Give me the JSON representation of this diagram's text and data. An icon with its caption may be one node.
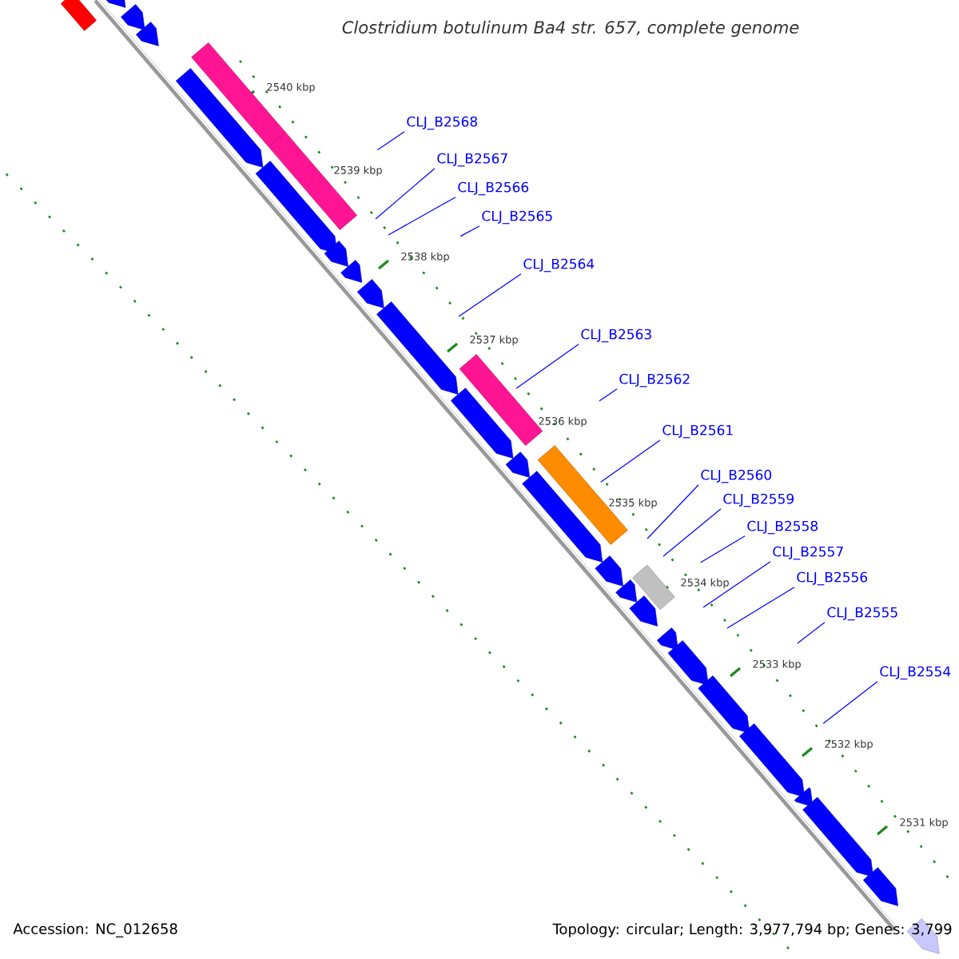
{
  "diagram": {
    "title": "Clostridium botulinum Ba4 str. 657, complete genome",
    "nodes": [
      {
        "text": [
          "CLJ_B2568"
        ]
      },
      {
        "text": [
          "CLJ_B2567"
        ]
      },
      {
        "text": [
          "CLJ_B2566"
        ]
      },
      {
        "text": [
          "CLJ_B2565"
        ]
      },
      {
        "text": [
          "CLJ_B2564"
        ]
      },
      {
        "text": [
          "CLJ_B2563"
        ]
      },
      {
        "text": [
          "CLJ_B2562"
        ]
      },
      {
        "text": [
          "CLJ_B2561"
        ]
      },
      {
        "text": [
          "CLJ_B2560"
        ]
      },
      {
        "text": [
          "CLJ_B2559"
        ]
      },
      {
        "text": [
          "CLJ_B2558"
        ]
      },
      {
        "text": [
          "CLJ_B2557"
        ]
      },
      {
        "text": [
          "CLJ_B2556"
        ]
      },
      {
        "text": [
          "CLJ_B2555"
        ]
      },
      {
        "text": [
          "CLJ_B2554"
        ]
      }
    ],
    "edges": [
      {
        "from": 0,
        "to": null,
        "arrow": "none"
      },
      {
        "from": 1,
        "to": null,
        "arrow": "none"
      },
      {
        "from": 2,
        "to": null,
        "arrow": "none"
      },
      {
        "from": 3,
        "to": null,
        "arrow": "none"
      },
      {
        "from": 4,
        "to": null,
        "arrow": "none"
      },
      {
        "from": 5,
        "to": null,
        "arrow": "none"
      },
      {
        "from": 6,
        "to": null,
        "arrow": "none"
      },
      {
        "from": 7,
        "to": null,
        "arrow": "none"
      },
      {
        "from": 8,
        "to": null,
        "arrow": "none"
      },
      {
        "from": 9,
        "to": null,
        "arrow": "none"
      },
      {
        "from": 10,
        "to": null,
        "arrow": "none"
      },
      {
        "from": 11,
        "to": null,
        "arrow": "none"
      },
      {
        "from": 12,
        "to": null,
        "arrow": "none"
      },
      {
        "from": 13,
        "to": null,
        "arrow": "none"
      },
      {
        "from": 14,
        "to": null,
        "arrow": "none"
      }
    ],
    "labels": [
      "2540 kbp",
      "2539 kbp",
      "2538 kbp",
      "2537 kbp",
      "2536 kbp",
      "2535 kbp",
      "2534 kbp",
      "2533 kbp",
      "2532 kbp",
      "2531 kbp",
      "Accession: NC_012658",
      "Topology: circular; Length: 3,977,794 bp; Genes: 3,799"
    ]
  }
}
